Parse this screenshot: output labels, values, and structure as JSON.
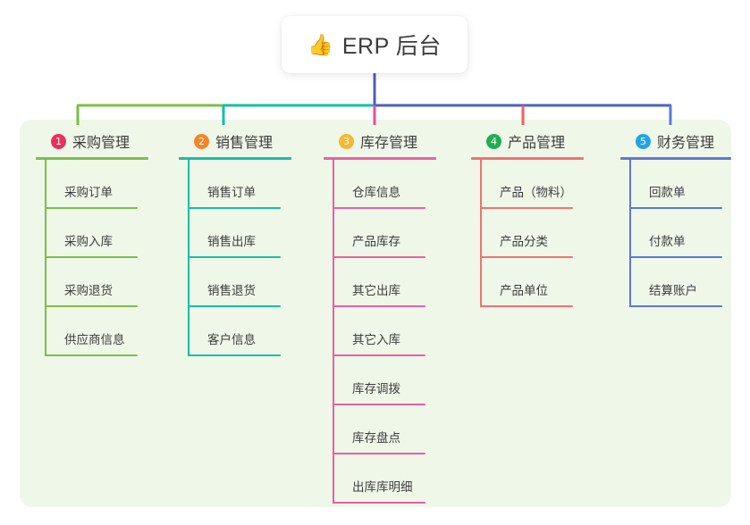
{
  "root": {
    "icon": "thumbs-up-icon",
    "icon_glyph": "👍",
    "title": "ERP 后台"
  },
  "palette": {
    "panel_background": "#eff7e9",
    "page_background": "#ffffff",
    "stem": "#4f5dc4",
    "trunk_left": "#7cbf46",
    "trunk_mid": "#14bfa6",
    "trunk_right": "#4f5dc4"
  },
  "columns": [
    {
      "index": "1",
      "title": "采购管理",
      "badge_color": "#e8315c",
      "line_color": "#7cbf46",
      "drop_color": "#7cbf46",
      "items": [
        {
          "label": "采购订单"
        },
        {
          "label": "采购入库"
        },
        {
          "label": "采购退货"
        },
        {
          "label": "供应商信息"
        }
      ]
    },
    {
      "index": "2",
      "title": "销售管理",
      "badge_color": "#f4862a",
      "line_color": "#14bfa6",
      "drop_color": "#14bfa6",
      "items": [
        {
          "label": "销售订单"
        },
        {
          "label": "销售出库"
        },
        {
          "label": "销售退货"
        },
        {
          "label": "客户信息"
        }
      ]
    },
    {
      "index": "3",
      "title": "库存管理",
      "badge_color": "#f7b731",
      "line_color": "#ea5fa2",
      "drop_color": "#ea4f95",
      "items": [
        {
          "label": "仓库信息"
        },
        {
          "label": "产品库存"
        },
        {
          "label": "其它出库"
        },
        {
          "label": "其它入库"
        },
        {
          "label": "库存调拨"
        },
        {
          "label": "库存盘点"
        },
        {
          "label": "出库库明细"
        }
      ]
    },
    {
      "index": "4",
      "title": "产品管理",
      "badge_color": "#1fae52",
      "line_color": "#f2716f",
      "drop_color": "#f2605e",
      "items": [
        {
          "label": "产品（物料）"
        },
        {
          "label": "产品分类"
        },
        {
          "label": "产品单位"
        }
      ]
    },
    {
      "index": "5",
      "title": "财务管理",
      "badge_color": "#20a5e0",
      "line_color": "#5b79d6",
      "drop_color": "#5b79d6",
      "items": [
        {
          "label": "回款单"
        },
        {
          "label": "付款单"
        },
        {
          "label": "结算账户"
        }
      ]
    }
  ]
}
